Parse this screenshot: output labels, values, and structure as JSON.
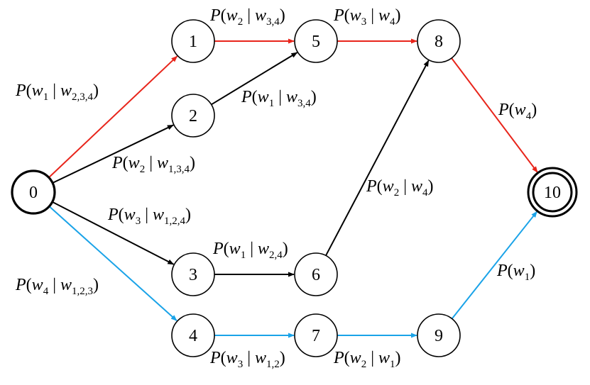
{
  "colors": {
    "red": "#e8251b",
    "black": "#000000",
    "blue": "#1aa3e8"
  },
  "nodes": [
    {
      "id": "0",
      "label": "0",
      "style": "start"
    },
    {
      "id": "1",
      "label": "1",
      "style": "normal"
    },
    {
      "id": "2",
      "label": "2",
      "style": "normal"
    },
    {
      "id": "3",
      "label": "3",
      "style": "normal"
    },
    {
      "id": "4",
      "label": "4",
      "style": "normal"
    },
    {
      "id": "5",
      "label": "5",
      "style": "normal"
    },
    {
      "id": "6",
      "label": "6",
      "style": "normal"
    },
    {
      "id": "7",
      "label": "7",
      "style": "normal"
    },
    {
      "id": "8",
      "label": "8",
      "style": "normal"
    },
    {
      "id": "9",
      "label": "9",
      "style": "normal"
    },
    {
      "id": "10",
      "label": "10",
      "style": "final"
    }
  ],
  "edges": [
    {
      "id": "e0-1",
      "from": "0",
      "to": "1",
      "color": "red",
      "label": {
        "given": "w",
        "given_sub": "1",
        "cond": "w",
        "cond_sub": "2,3,4"
      }
    },
    {
      "id": "e0-2",
      "from": "0",
      "to": "2",
      "color": "black",
      "label": {
        "given": "w",
        "given_sub": "2",
        "cond": "w",
        "cond_sub": "1,3,4"
      }
    },
    {
      "id": "e0-3",
      "from": "0",
      "to": "3",
      "color": "black",
      "label": {
        "given": "w",
        "given_sub": "3",
        "cond": "w",
        "cond_sub": "1,2,4"
      }
    },
    {
      "id": "e0-4",
      "from": "0",
      "to": "4",
      "color": "blue",
      "label": {
        "given": "w",
        "given_sub": "4",
        "cond": "w",
        "cond_sub": "1,2,3"
      }
    },
    {
      "id": "e1-5",
      "from": "1",
      "to": "5",
      "color": "red",
      "label": {
        "given": "w",
        "given_sub": "2",
        "cond": "w",
        "cond_sub": "3,4"
      }
    },
    {
      "id": "e2-5",
      "from": "2",
      "to": "5",
      "color": "black",
      "label": {
        "given": "w",
        "given_sub": "1",
        "cond": "w",
        "cond_sub": "3,4"
      }
    },
    {
      "id": "e3-6",
      "from": "3",
      "to": "6",
      "color": "black",
      "label": {
        "given": "w",
        "given_sub": "1",
        "cond": "w",
        "cond_sub": "2,4"
      }
    },
    {
      "id": "e4-7",
      "from": "4",
      "to": "7",
      "color": "blue",
      "label": {
        "given": "w",
        "given_sub": "3",
        "cond": "w",
        "cond_sub": "1,2"
      }
    },
    {
      "id": "e5-8",
      "from": "5",
      "to": "8",
      "color": "red",
      "label": {
        "given": "w",
        "given_sub": "3",
        "cond": "w",
        "cond_sub": "4"
      }
    },
    {
      "id": "e6-8",
      "from": "6",
      "to": "8",
      "color": "black",
      "label": {
        "given": "w",
        "given_sub": "2",
        "cond": "w",
        "cond_sub": "4"
      }
    },
    {
      "id": "e7-9",
      "from": "7",
      "to": "9",
      "color": "blue",
      "label": {
        "given": "w",
        "given_sub": "2",
        "cond": "w",
        "cond_sub": "1"
      }
    },
    {
      "id": "e8-10",
      "from": "8",
      "to": "10",
      "color": "red",
      "label": {
        "given": "w",
        "given_sub": "4",
        "cond": "",
        "cond_sub": ""
      }
    },
    {
      "id": "e9-10",
      "from": "9",
      "to": "10",
      "color": "blue",
      "label": {
        "given": "w",
        "given_sub": "1",
        "cond": "",
        "cond_sub": ""
      }
    }
  ]
}
